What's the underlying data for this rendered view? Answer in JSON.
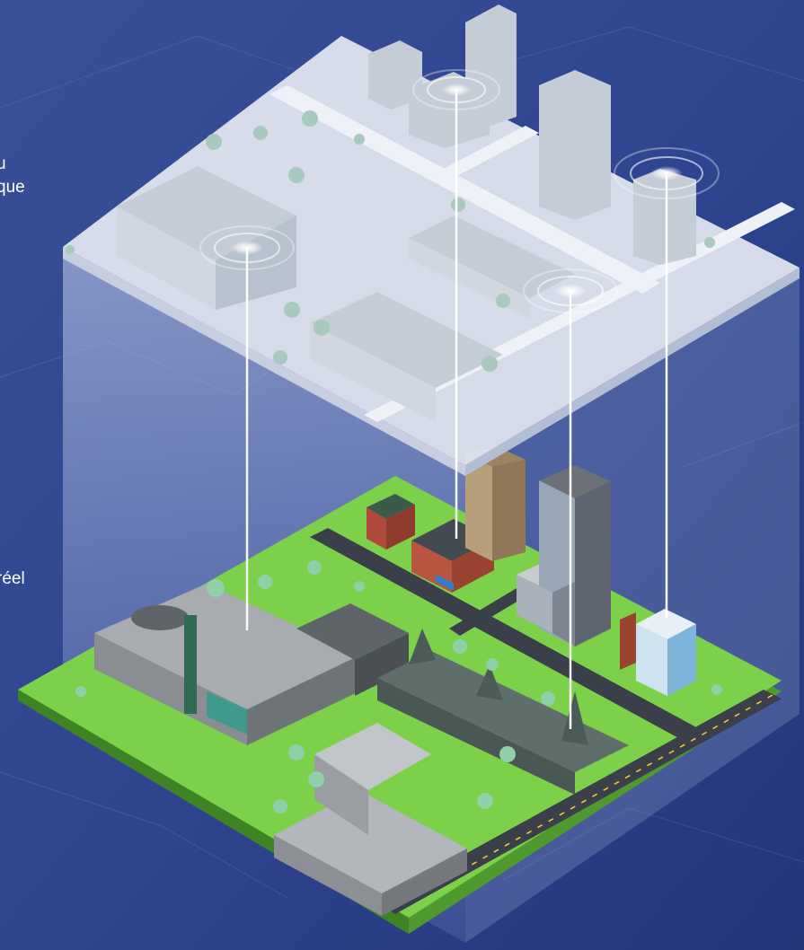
{
  "labels": {
    "top_line1": "u",
    "top_line2": "que",
    "bottom": "réel"
  },
  "colors": {
    "background": "#2e4590",
    "digital_layer": "#dfe4ee",
    "grass": "#7cd04a",
    "grass_edge": "#4f9a2e",
    "road": "#3a3f4a",
    "beam": "#ffffff"
  },
  "icons": [
    "signal-hub-icon",
    "tree-icon",
    "building-icon"
  ]
}
